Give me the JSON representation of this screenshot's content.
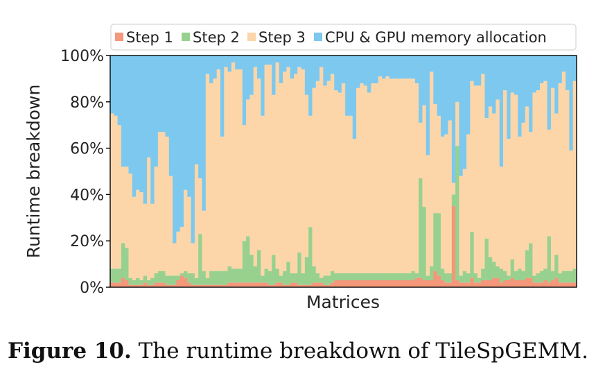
{
  "caption": {
    "label": "Figure 10.",
    "text": " The runtime breakdown of TileSpGEMM."
  },
  "chart_data": {
    "type": "bar",
    "stacked": true,
    "normalized": true,
    "xlabel": "Matrices",
    "ylabel": "Runtime breakdown",
    "ylim": [
      0,
      100
    ],
    "yticks": [
      "0%",
      "20%",
      "40%",
      "60%",
      "80%",
      "100%"
    ],
    "grid": false,
    "legend_position": "top",
    "series": [
      {
        "name": "Step 1",
        "color": "#f4977a",
        "values": [
          2,
          2,
          2,
          4,
          3,
          1,
          1,
          1,
          1,
          2,
          1,
          1,
          2,
          2,
          2,
          1,
          1,
          1,
          3,
          5,
          4,
          2,
          1,
          1,
          1,
          1,
          1,
          1,
          1,
          1,
          1,
          1,
          2,
          2,
          2,
          2,
          2,
          2,
          2,
          2,
          2,
          2,
          2,
          1,
          1,
          2,
          2,
          1,
          1,
          2,
          2,
          1,
          1,
          1,
          1,
          2,
          2,
          2,
          1,
          1,
          2,
          3,
          3,
          3,
          3,
          3,
          3,
          3,
          3,
          3,
          3,
          3,
          3,
          3,
          3,
          3,
          3,
          3,
          3,
          3,
          3,
          3,
          3,
          4,
          4,
          3,
          3,
          3,
          7,
          5,
          3,
          2,
          2,
          35,
          3,
          2,
          2,
          2,
          4,
          2,
          2,
          3,
          3,
          3,
          4,
          4,
          2,
          3,
          3,
          4,
          3,
          3,
          3,
          4,
          4,
          2,
          2,
          2,
          3,
          2,
          3,
          4,
          2,
          2,
          2,
          2,
          2
        ]
      },
      {
        "name": "Step 2",
        "color": "#98d18f",
        "values": [
          6,
          6,
          6,
          15,
          14,
          3,
          2,
          3,
          2,
          3,
          2,
          3,
          4,
          5,
          5,
          4,
          4,
          4,
          2,
          1,
          3,
          4,
          5,
          3,
          22,
          6,
          3,
          6,
          6,
          6,
          6,
          6,
          7,
          6,
          6,
          6,
          18,
          20,
          12,
          7,
          14,
          3,
          6,
          6,
          13,
          6,
          3,
          6,
          10,
          4,
          4,
          14,
          5,
          12,
          25,
          7,
          4,
          2,
          4,
          4,
          5,
          3,
          3,
          3,
          3,
          3,
          3,
          3,
          3,
          3,
          3,
          3,
          3,
          3,
          3,
          3,
          3,
          3,
          3,
          3,
          3,
          3,
          4,
          2,
          43,
          31,
          2,
          6,
          25,
          27,
          5,
          4,
          4,
          5,
          58,
          3,
          5,
          4,
          20,
          4,
          2,
          5,
          18,
          10,
          7,
          5,
          6,
          4,
          2,
          8,
          4,
          5,
          4,
          12,
          15,
          3,
          4,
          5,
          5,
          20,
          4,
          10,
          4,
          5,
          5,
          5,
          6
        ]
      },
      {
        "name": "Step 3",
        "color": "#fcd6a9",
        "values": [
          67,
          66,
          62,
          33,
          35,
          45,
          36,
          38,
          38,
          31,
          53,
          32,
          46,
          60,
          60,
          60,
          43,
          14,
          19,
          20,
          35,
          33,
          13,
          49,
          24,
          26,
          88,
          81,
          83,
          87,
          58,
          88,
          84,
          89,
          86,
          86,
          50,
          59,
          69,
          86,
          74,
          69,
          88,
          89,
          69,
          89,
          83,
          86,
          84,
          84,
          86,
          80,
          88,
          70,
          48,
          77,
          83,
          91,
          82,
          84,
          85,
          79,
          78,
          82,
          68,
          68,
          58,
          80,
          82,
          81,
          78,
          82,
          82,
          85,
          84,
          85,
          84,
          84,
          84,
          84,
          84,
          84,
          83,
          82,
          24,
          43,
          52,
          84,
          47,
          42,
          57,
          60,
          66,
          5,
          19,
          43,
          44,
          60,
          65,
          81,
          83,
          84,
          52,
          65,
          64,
          72,
          44,
          78,
          59,
          72,
          76,
          57,
          64,
          62,
          48,
          79,
          79,
          81,
          81,
          46,
          79,
          61,
          82,
          86,
          78,
          52,
          81
        ]
      },
      {
        "name": "CPU & GPU memory allocation",
        "color": "#7dc8ee",
        "values": [
          25,
          26,
          30,
          48,
          48,
          51,
          61,
          58,
          59,
          64,
          44,
          64,
          48,
          33,
          33,
          35,
          52,
          81,
          76,
          74,
          58,
          61,
          81,
          47,
          53,
          67,
          8,
          12,
          10,
          6,
          35,
          5,
          7,
          3,
          6,
          6,
          30,
          19,
          17,
          5,
          10,
          26,
          4,
          4,
          17,
          3,
          12,
          7,
          5,
          10,
          8,
          5,
          6,
          17,
          26,
          14,
          11,
          5,
          13,
          11,
          8,
          15,
          16,
          12,
          26,
          26,
          36,
          14,
          12,
          13,
          16,
          12,
          12,
          9,
          10,
          9,
          10,
          10,
          10,
          10,
          10,
          10,
          10,
          12,
          29,
          21,
          43,
          7,
          21,
          26,
          35,
          34,
          28,
          55,
          20,
          52,
          49,
          34,
          11,
          13,
          13,
          8,
          27,
          22,
          25,
          19,
          48,
          15,
          36,
          16,
          17,
          35,
          29,
          22,
          33,
          16,
          15,
          12,
          11,
          32,
          14,
          25,
          12,
          7,
          15,
          41,
          11
        ]
      }
    ]
  }
}
